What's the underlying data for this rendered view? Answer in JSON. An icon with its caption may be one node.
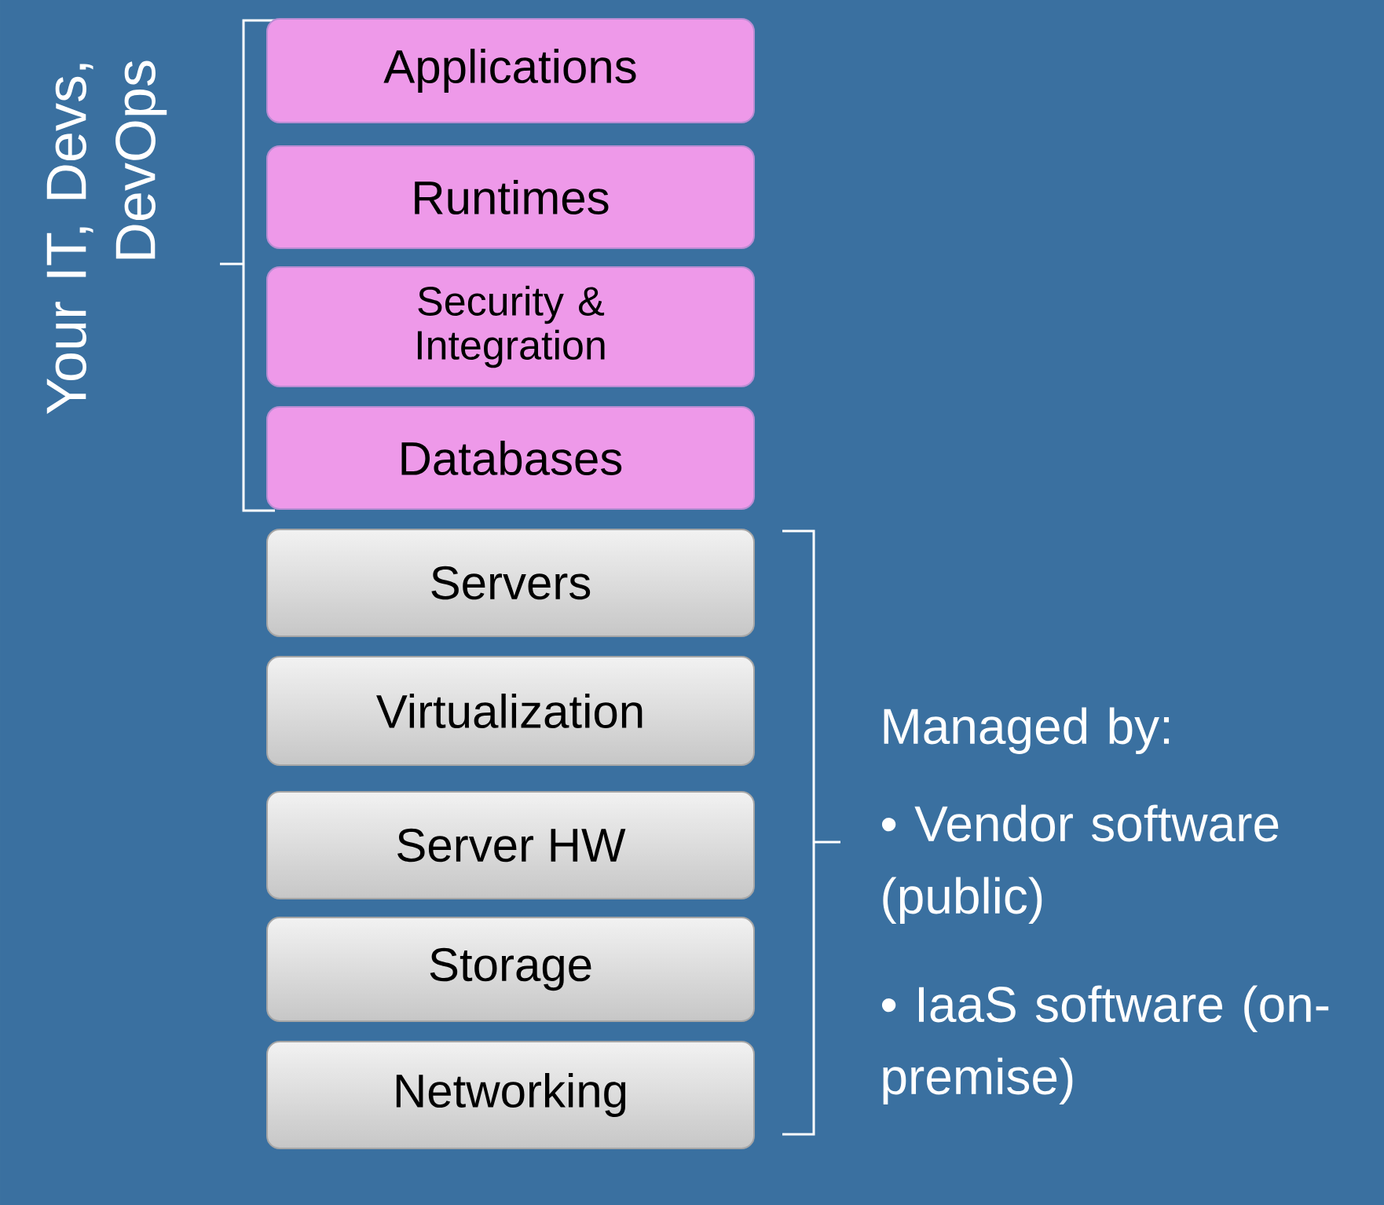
{
  "diagram": {
    "nodes": [
      {
        "text": [
          "Applications"
        ]
      },
      {
        "text": [
          "Runtimes"
        ]
      },
      {
        "text": [
          "Security & Integration"
        ]
      },
      {
        "text": [
          "Databases"
        ]
      },
      {
        "text": [
          "Servers"
        ]
      },
      {
        "text": [
          "Virtualization"
        ]
      },
      {
        "text": [
          "Server HW"
        ]
      },
      {
        "text": [
          "Storage"
        ]
      },
      {
        "text": [
          "Networking"
        ]
      }
    ],
    "labels": [
      "Your IT, Devs, DevOps",
      "Managed by:",
      "• Vendor software (public)",
      "• IaaS software (on-premise)"
    ]
  }
}
